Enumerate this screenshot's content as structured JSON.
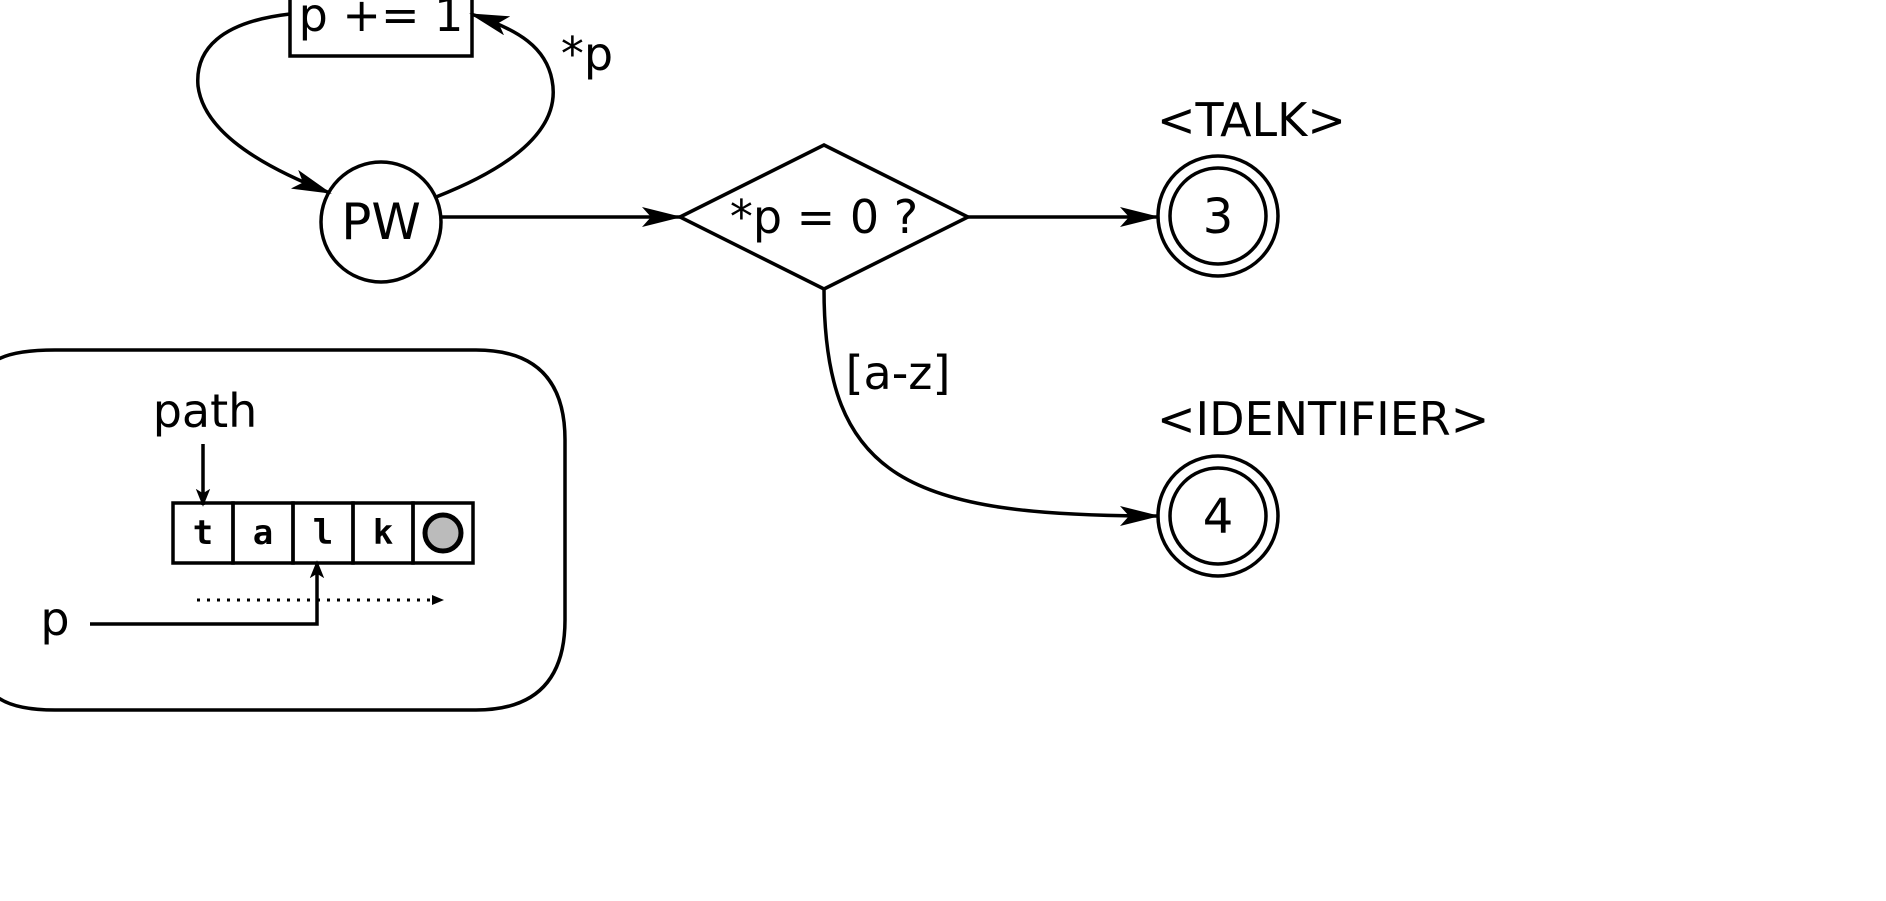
{
  "increment_box": {
    "label": "p += 1"
  },
  "loop_edge": {
    "label": "*p"
  },
  "pw_state": {
    "label": "PW"
  },
  "decision": {
    "label": "*p = 0 ?"
  },
  "branch_edge": {
    "label": "[a-z]"
  },
  "state_talk": {
    "token": "<TALK>",
    "number": "3"
  },
  "state_identifier": {
    "token": "<IDENTIFIER>",
    "number": "4"
  },
  "inset": {
    "pointer_label": "path",
    "cursor_label": "p",
    "cells": [
      "t",
      "a",
      "l",
      "k"
    ],
    "terminator": "null-terminator"
  },
  "colors": {
    "stroke": "#000000",
    "terminator_fill": "#bbbbbb",
    "background": "#ffffff"
  }
}
